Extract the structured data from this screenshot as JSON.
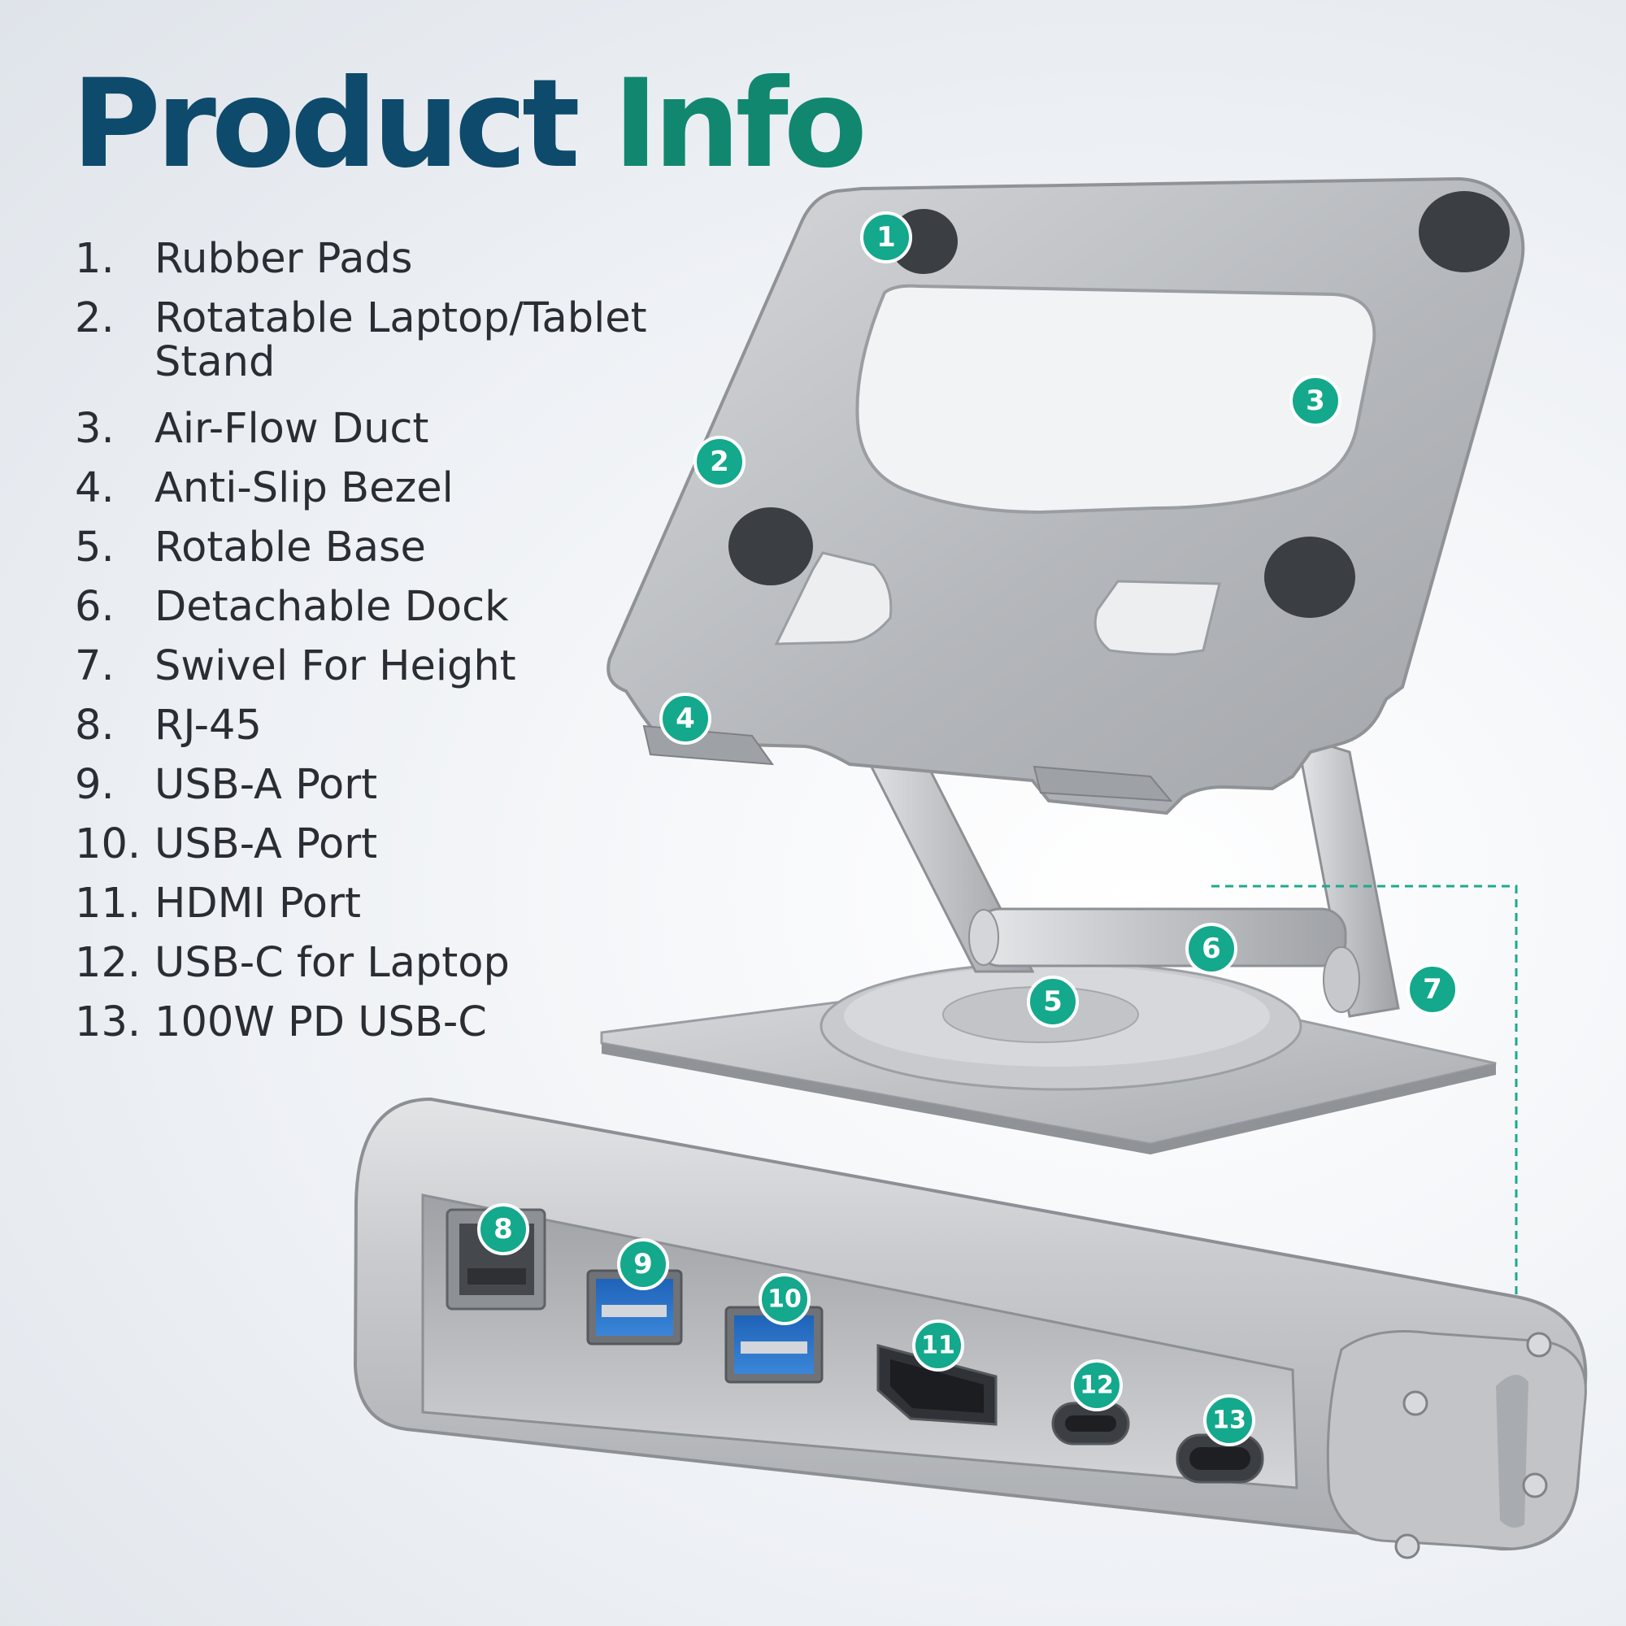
{
  "title": {
    "part1": "Product",
    "part2": "Info"
  },
  "colors": {
    "title_primary": "#0e4a6b",
    "title_accent": "#118770",
    "badge": "#14a88c",
    "text": "#2a2d33"
  },
  "features": [
    {
      "number": "1.",
      "label": "Rubber Pads"
    },
    {
      "number": "2.",
      "label": "Rotatable Laptop/Tablet Stand"
    },
    {
      "number": "3.",
      "label": "Air-Flow Duct"
    },
    {
      "number": "4.",
      "label": "Anti-Slip Bezel"
    },
    {
      "number": "5.",
      "label": "Rotable Base"
    },
    {
      "number": "6.",
      "label": "Detachable Dock"
    },
    {
      "number": "7.",
      "label": "Swivel For Height"
    },
    {
      "number": "8.",
      "label": "RJ-45"
    },
    {
      "number": "9.",
      "label": "USB-A Port"
    },
    {
      "number": "10.",
      "label": "USB-A Port"
    },
    {
      "number": "11.",
      "label": "HDMI Port"
    },
    {
      "number": "12.",
      "label": "USB-C for Laptop"
    },
    {
      "number": "13.",
      "label": "100W PD USB-C"
    }
  ],
  "callouts": [
    "1",
    "2",
    "3",
    "4",
    "5",
    "6",
    "7",
    "8",
    "9",
    "10",
    "11",
    "12",
    "13"
  ]
}
